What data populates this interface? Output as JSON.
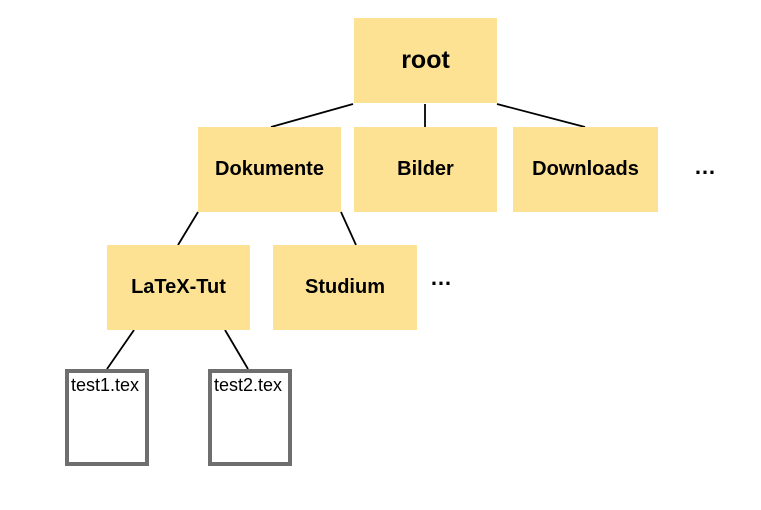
{
  "diagram": {
    "root": {
      "label": "root"
    },
    "level1": [
      {
        "label": "Dokumente"
      },
      {
        "label": "Bilder"
      },
      {
        "label": "Downloads"
      }
    ],
    "level1_ellipsis": "…",
    "level2": [
      {
        "label": "LaTeX-Tut"
      },
      {
        "label": "Studium"
      }
    ],
    "level2_ellipsis": "…",
    "files": [
      {
        "label": "test1.tex"
      },
      {
        "label": "test2.tex"
      }
    ],
    "colors": {
      "folder_fill": "#FDE294",
      "file_border": "#6E6E6E",
      "edge": "#000000",
      "text": "#000000",
      "background": "#FFFFFF"
    }
  }
}
